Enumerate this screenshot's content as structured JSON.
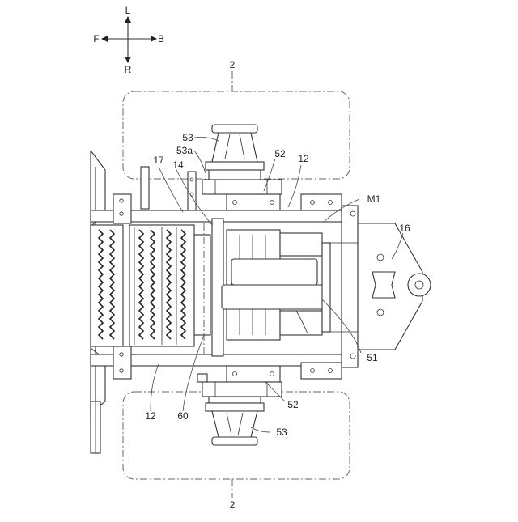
{
  "compass": {
    "up": "L",
    "down": "R",
    "left": "F",
    "right": "B"
  },
  "labels": {
    "wheel_top": "2",
    "wheel_bottom": "2",
    "hub_top": "53",
    "hub_top_sub": "53a",
    "hub_bottom": "53",
    "gear_top": "52",
    "gear_bottom": "52",
    "frame_top": "12",
    "frame_bottom": "12",
    "part_17": "17",
    "part_14": "14",
    "motor": "M1",
    "hitch": "16",
    "part_51": "51",
    "part_60": "60"
  }
}
